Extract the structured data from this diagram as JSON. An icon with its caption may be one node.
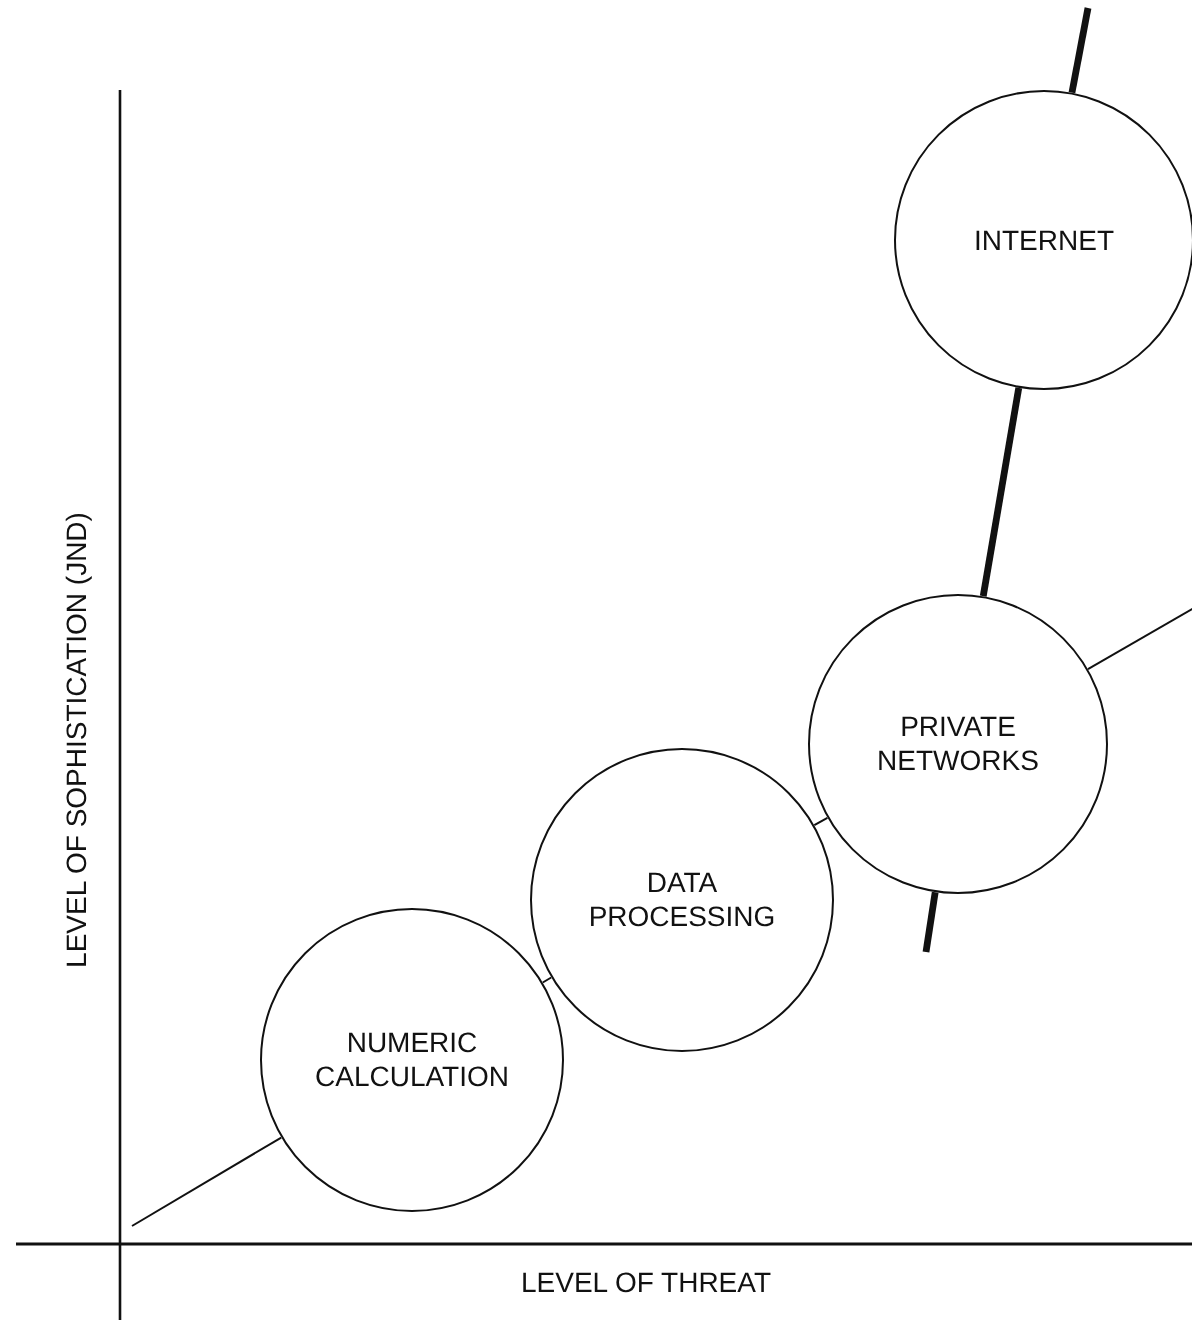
{
  "diagram": {
    "nodes": [
      {
        "text": [
          "NUMERIC CALCULATION"
        ]
      },
      {
        "text": [
          "DATA PROCESSING"
        ]
      },
      {
        "text": [
          "PRIVATE NETWORKS"
        ]
      },
      {
        "text": [
          "INTERNET"
        ]
      }
    ],
    "edges": [
      {
        "from": null,
        "to": 0,
        "arrow": "none"
      },
      {
        "from": 0,
        "to": 1,
        "arrow": "none"
      },
      {
        "from": 1,
        "to": 2,
        "arrow": "none"
      },
      {
        "from": 2,
        "to": 3,
        "arrow": "none",
        "style": "thick"
      },
      {
        "from": 2,
        "to": null,
        "arrow": "none",
        "style": "thick"
      },
      {
        "from": 3,
        "to": null,
        "arrow": "none",
        "style": "thick"
      },
      {
        "from": 2,
        "to": null,
        "arrow": "none"
      }
    ],
    "labels": [
      "LEVEL OF SOPHISTICATION (JND)",
      "LEVEL OF THREAT"
    ]
  }
}
